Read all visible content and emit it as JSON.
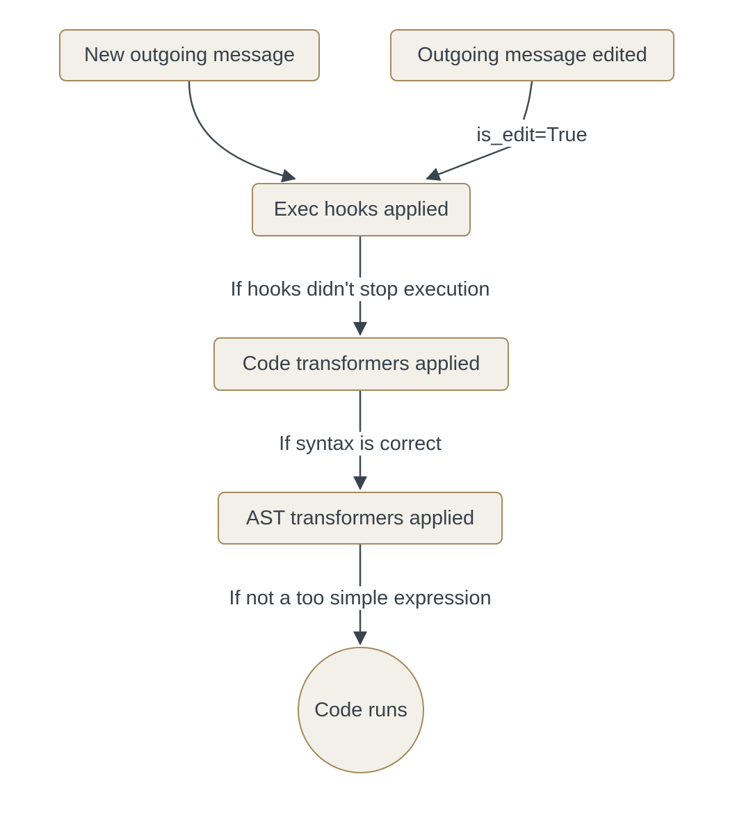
{
  "diagram": {
    "type": "flowchart",
    "direction": "top-down",
    "colors": {
      "background": "#ffffff",
      "node_fill": "#f3f0e9",
      "node_border": "#a5895e",
      "text": "#35414b",
      "edge": "#3f4a54"
    },
    "nodes": [
      {
        "id": "new-outgoing-message",
        "shape": "rounded-rect",
        "label": "New outgoing message"
      },
      {
        "id": "outgoing-message-edited",
        "shape": "rounded-rect",
        "label": "Outgoing message edited"
      },
      {
        "id": "exec-hooks-applied",
        "shape": "rounded-rect",
        "label": "Exec hooks applied"
      },
      {
        "id": "code-transformers-applied",
        "shape": "rounded-rect",
        "label": "Code transformers applied"
      },
      {
        "id": "ast-transformers-applied",
        "shape": "rounded-rect",
        "label": "AST transformers applied"
      },
      {
        "id": "code-runs",
        "shape": "circle",
        "label": "Code runs"
      }
    ],
    "edges": [
      {
        "from": "new-outgoing-message",
        "to": "exec-hooks-applied",
        "label": ""
      },
      {
        "from": "outgoing-message-edited",
        "to": "exec-hooks-applied",
        "label": "is_edit=True"
      },
      {
        "from": "exec-hooks-applied",
        "to": "code-transformers-applied",
        "label": "If hooks didn't stop execution"
      },
      {
        "from": "code-transformers-applied",
        "to": "ast-transformers-applied",
        "label": "If syntax is correct"
      },
      {
        "from": "ast-transformers-applied",
        "to": "code-runs",
        "label": "If not a too simple expression"
      }
    ]
  }
}
